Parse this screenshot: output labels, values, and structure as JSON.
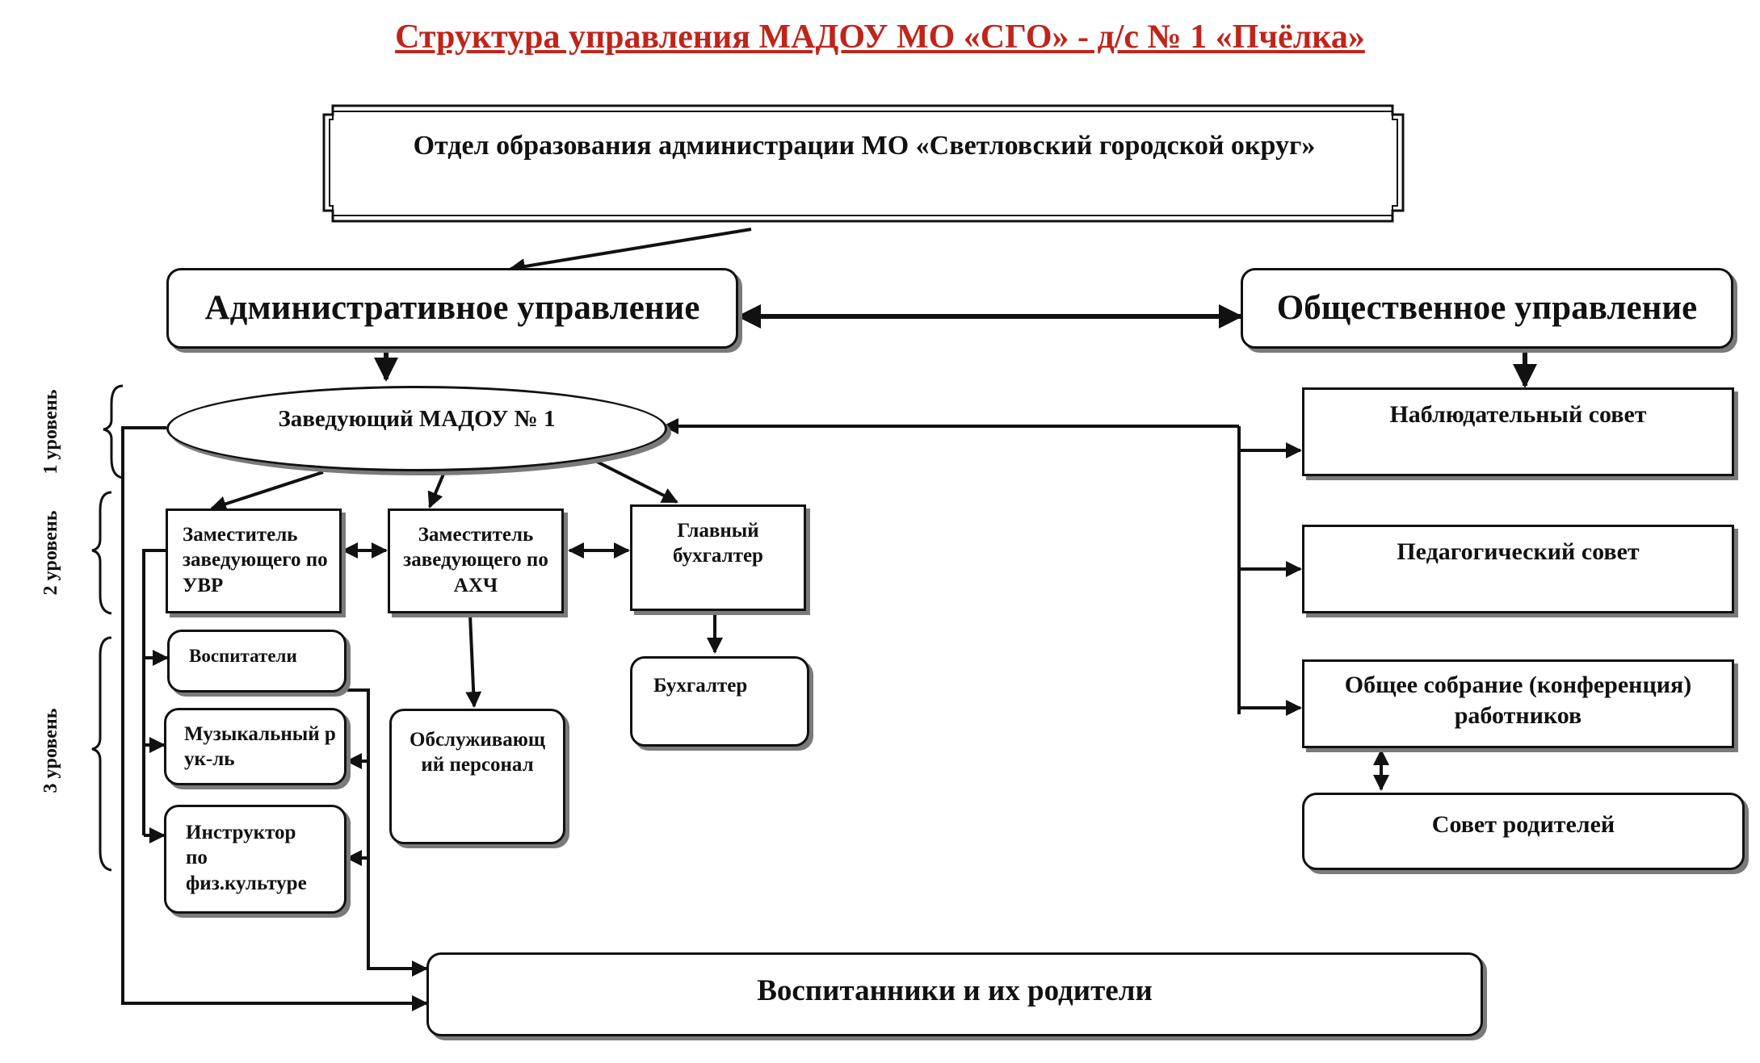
{
  "title": "Структура управления МАДОУ МО «СГО» - д/с № 1 «Пчёлка»",
  "colors": {
    "title": "#c0241b",
    "border": "#111111",
    "shadow": "#7a7a7a"
  },
  "top_box": "Отдел образования администрации МО «Светловский городской округ»",
  "admin": "Административное  управление",
  "public": "Общественное управление",
  "head": "Заведующий МАДОУ № 1",
  "deputy_uvr": "Заместитель заведующего по УВР",
  "deputy_ahch": "Заместитель заведующего по АХЧ",
  "chief_accountant": "Главный бухгалтер",
  "accountant": "Бухгалтер",
  "educators": "Воспитатели",
  "music": "Музыкальный рук-ль",
  "pe": "Инструктор по физ.культуре",
  "service": "Обслуживающий персонал",
  "supervisory": "Наблюдательный совет",
  "pedagogical": "Педагогический совет",
  "general_meeting": "Общее собрание (конференция) работников",
  "parents_council": "Совет родителей",
  "pupils": "Воспитанники и их родители",
  "levels": {
    "l1": "1 уровень",
    "l2": "2 уровень",
    "l3": "3 уровень"
  }
}
